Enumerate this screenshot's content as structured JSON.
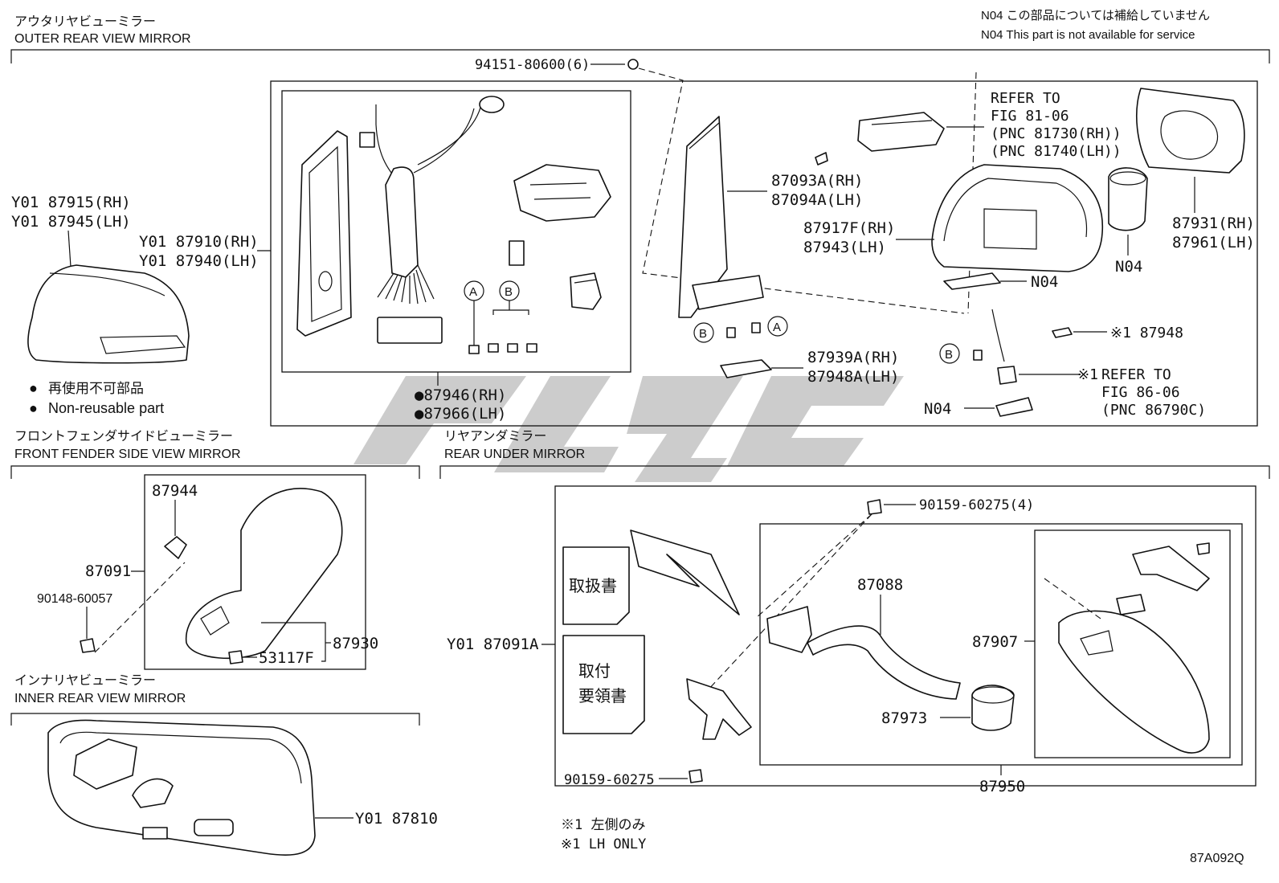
{
  "notice": {
    "jp": "N04 この部品については補給していません",
    "en": "N04 This part is not available for service"
  },
  "drawing_code": "87A092Q",
  "sections": {
    "outer": {
      "jp": "アウタリヤビューミラー",
      "en": "OUTER REAR VIEW MIRROR"
    },
    "fender": {
      "jp": "フロントフェンダサイドビューミラー",
      "en": "FRONT FENDER SIDE VIEW MIRROR"
    },
    "under": {
      "jp": "リヤアンダミラー",
      "en": "REAR UNDER MIRROR"
    },
    "inner": {
      "jp": "インナリヤビューミラー",
      "en": "INNER REAR VIEW MIRROR"
    }
  },
  "legend": {
    "symbol": "●",
    "jp": "再使用不可部品",
    "en": "Non-reusable part"
  },
  "footnotes": {
    "jp": "※1 左側のみ",
    "en": "※1 LH ONLY"
  },
  "manuals": {
    "handling": "取扱書",
    "install_line1": "取付",
    "install_line2": "要領書"
  },
  "circle_letters": {
    "a": "A",
    "b": "B"
  },
  "labels": {
    "p94151": "94151-80600(6)",
    "p87915": "Y01 87915(RH)",
    "p87945": "Y01 87945(LH)",
    "p87910": "Y01 87910(RH)",
    "p87940": "Y01 87940(LH)",
    "p87946": "●87946(RH)",
    "p87966": "●87966(LH)",
    "refer_a1": "REFER TO",
    "refer_a2": "FIG 81-06",
    "refer_a3": "(PNC 81730(RH))",
    "refer_a4": "(PNC 81740(LH))",
    "p87093": "87093A(RH)",
    "p87094": "87094A(LH)",
    "p87917": "87917F(RH)",
    "p87943": "87943(LH)",
    "p87931": "87931(RH)",
    "p87961": "87961(LH)",
    "n04_a": "N04",
    "n04_b": "N04",
    "n04_c": "N04",
    "p87948": "※1 87948",
    "p87939": "87939A(RH)",
    "p87948a": "87948A(LH)",
    "refer_b0": "※1",
    "refer_b1": "REFER TO",
    "refer_b2": "FIG 86-06",
    "refer_b3": "(PNC 86790C)",
    "p87944": "87944",
    "p87091": "87091",
    "p90148": "90148-60057",
    "p87930": "87930",
    "p53117": "53117F",
    "p90159_4": "90159-60275(4)",
    "p87088": "87088",
    "p87091a": "Y01 87091A",
    "p87907": "87907",
    "p87973": "87973",
    "p90159": "90159-60275",
    "p87950": "87950",
    "p87810": "Y01 87810"
  }
}
